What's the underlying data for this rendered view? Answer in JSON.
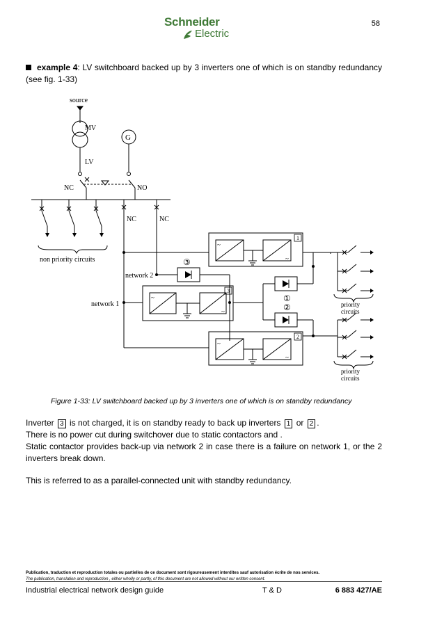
{
  "page_number": "58",
  "logo": {
    "line1": "Schneider",
    "line2": "Electric"
  },
  "intro": {
    "example_label": "example 4",
    "text": ": LV switchboard backed up by 3 inverters one of which is on standby redundancy (see fig. 1-33)"
  },
  "diagram": {
    "source": "source",
    "mv": "MV",
    "lv": "LV",
    "generator": "G",
    "nc_left": "NC",
    "no": "NO",
    "nc_mid": "NC",
    "nc_right": "NC",
    "non_priority": "non priority circuits",
    "network2": "network 2",
    "network1": "network 1",
    "circ1": "③",
    "circ2": "①",
    "circ3": "②",
    "inv1": "1",
    "inv2": "2",
    "inv3": "3",
    "priority_a1": "priority",
    "priority_a2": "circuits",
    "priority_b1": "priority",
    "priority_b2": "circuits",
    "tilde": "~"
  },
  "caption": "Figure 1-33: LV switchboard backed up by 3 inverters one of which is on standby redundancy",
  "body": {
    "p1_a": "Inverter",
    "p1_box1": "3",
    "p1_b": "is not charged, it is on standby ready to back up inverters",
    "p1_box2": "1",
    "p1_c": "or",
    "p1_box3": "2",
    "p1_d": ".",
    "p2": "There is no power cut during switchover due to static contactors      and    .",
    "p3": "Static contactor       provides back-up via network 2 in case there is a failure on network 1, or the 2 inverters break down.",
    "p4": "This is referred to as a parallel-connected unit with standby redundancy."
  },
  "legal": {
    "fr": "Publication, traduction et reproduction totales ou partielles de ce document sont rigoureusement interdites sauf autorisation écrite de nos services.",
    "en": "The publication, translation and reproduction , either wholly or partly, of this document are not allowed without our written consent."
  },
  "footer": {
    "title": "Industrial electrical network design guide",
    "dept": "T & D",
    "ref": "6 883 427/AE"
  },
  "colors": {
    "logo_green": "#3f7a36",
    "text": "#000000"
  }
}
